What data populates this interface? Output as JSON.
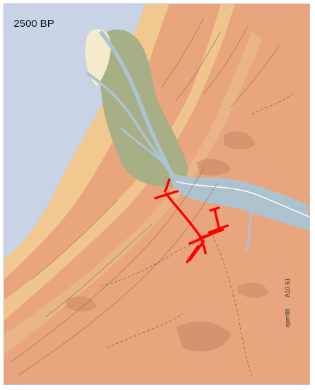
{
  "map": {
    "title": "2500 BP",
    "code_id": "apm88",
    "code_ref": "A10.61"
  },
  "colors": {
    "sea": "#c9d3e6",
    "land": "#e9a57d",
    "land_dark": "#cf8a68",
    "dune": "#f0c890",
    "peat": "#a7af86",
    "beach": "#f3ebcc",
    "river": "#adc2cf",
    "route": "#ff0000"
  }
}
